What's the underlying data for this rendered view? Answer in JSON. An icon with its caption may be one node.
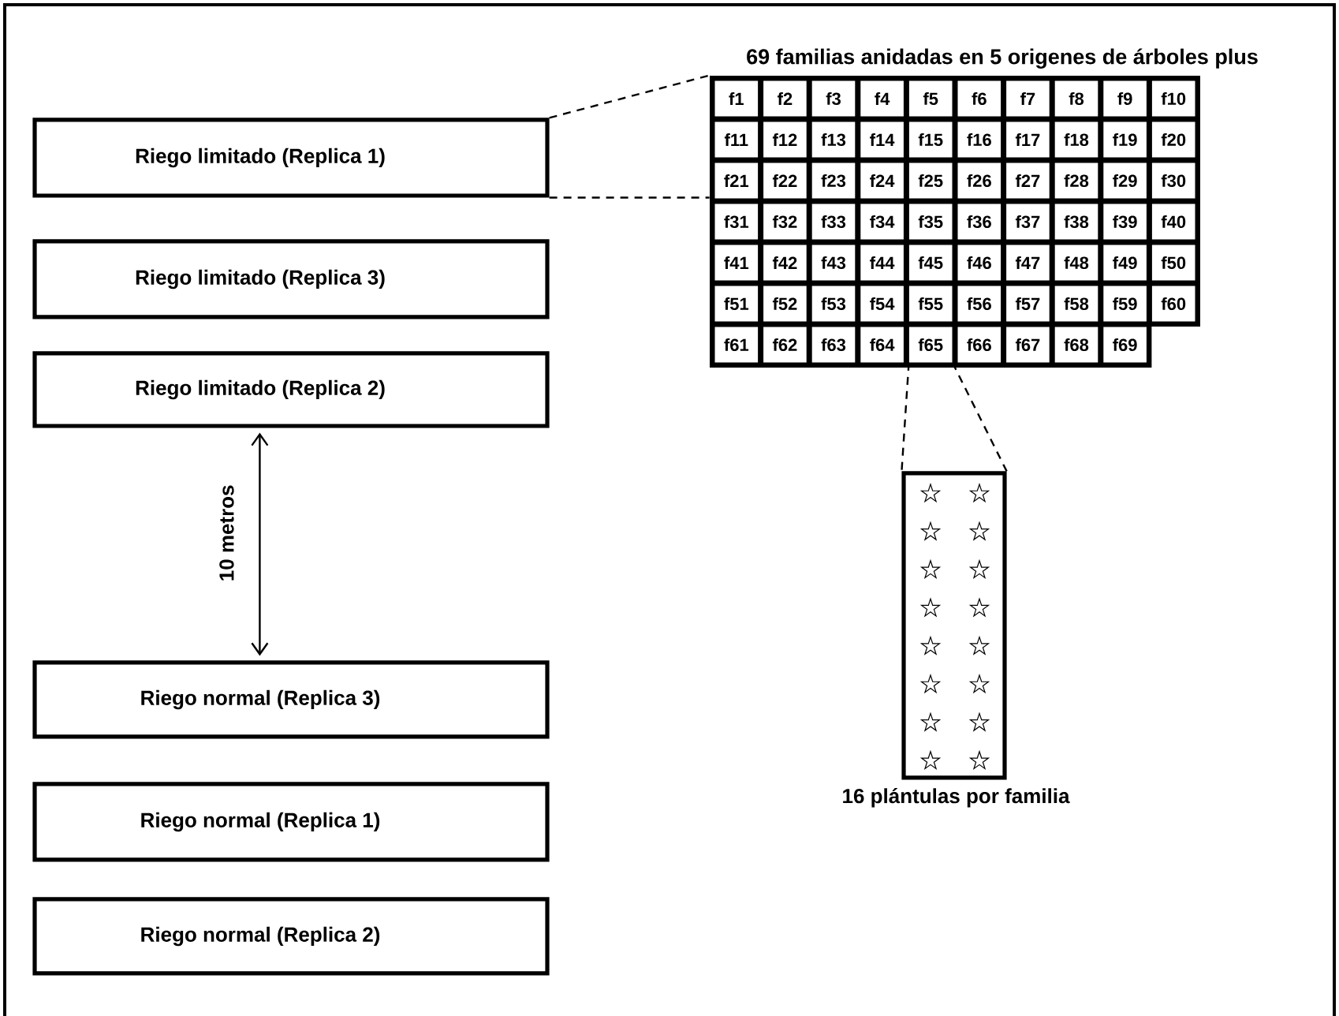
{
  "diagram": {
    "nodes": [
      {
        "text": [
          "Riego limitado (Replica 1)"
        ]
      },
      {
        "text": [
          "Riego limitado (Replica 3)"
        ]
      },
      {
        "text": [
          "Riego limitado (Replica 2)"
        ]
      },
      {
        "text": [
          "Riego normal (Replica 3)"
        ]
      },
      {
        "text": [
          "Riego normal (Replica 1)"
        ]
      },
      {
        "text": [
          "Riego normal (Replica 2)"
        ]
      },
      {
        "text": [
          "69 familias anidadas en 5 origenes de árboles plus"
        ]
      },
      {
        "text": [
          "f1"
        ],
        "in": 6
      },
      {
        "text": [
          "f2"
        ],
        "in": 6
      },
      {
        "text": [
          "f3"
        ],
        "in": 6
      },
      {
        "text": [
          "f4"
        ],
        "in": 6
      },
      {
        "text": [
          "f5"
        ],
        "in": 6
      },
      {
        "text": [
          "f6"
        ],
        "in": 6
      },
      {
        "text": [
          "f7"
        ],
        "in": 6
      },
      {
        "text": [
          "f8"
        ],
        "in": 6
      },
      {
        "text": [
          "f9"
        ],
        "in": 6
      },
      {
        "text": [
          "f10"
        ],
        "in": 6
      },
      {
        "text": [
          "f11"
        ],
        "in": 6
      },
      {
        "text": [
          "f12"
        ],
        "in": 6
      },
      {
        "text": [
          "f13"
        ],
        "in": 6
      },
      {
        "text": [
          "f14"
        ],
        "in": 6
      },
      {
        "text": [
          "f15"
        ],
        "in": 6
      },
      {
        "text": [
          "f16"
        ],
        "in": 6
      },
      {
        "text": [
          "f17"
        ],
        "in": 6
      },
      {
        "text": [
          "f18"
        ],
        "in": 6
      },
      {
        "text": [
          "f19"
        ],
        "in": 6
      },
      {
        "text": [
          "f20"
        ],
        "in": 6
      },
      {
        "text": [
          "f21"
        ],
        "in": 6
      },
      {
        "text": [
          "f22"
        ],
        "in": 6
      },
      {
        "text": [
          "f23"
        ],
        "in": 6
      },
      {
        "text": [
          "f24"
        ],
        "in": 6
      },
      {
        "text": [
          "f25"
        ],
        "in": 6
      },
      {
        "text": [
          "f26"
        ],
        "in": 6
      },
      {
        "text": [
          "f27"
        ],
        "in": 6
      },
      {
        "text": [
          "f28"
        ],
        "in": 6
      },
      {
        "text": [
          "f29"
        ],
        "in": 6
      },
      {
        "text": [
          "f30"
        ],
        "in": 6
      },
      {
        "text": [
          "f31"
        ],
        "in": 6
      },
      {
        "text": [
          "f32"
        ],
        "in": 6
      },
      {
        "text": [
          "f33"
        ],
        "in": 6
      },
      {
        "text": [
          "f34"
        ],
        "in": 6
      },
      {
        "text": [
          "f35"
        ],
        "in": 6
      },
      {
        "text": [
          "f36"
        ],
        "in": 6
      },
      {
        "text": [
          "f37"
        ],
        "in": 6
      },
      {
        "text": [
          "f38"
        ],
        "in": 6
      },
      {
        "text": [
          "f39"
        ],
        "in": 6
      },
      {
        "text": [
          "f40"
        ],
        "in": 6
      },
      {
        "text": [
          "f41"
        ],
        "in": 6
      },
      {
        "text": [
          "f42"
        ],
        "in": 6
      },
      {
        "text": [
          "f43"
        ],
        "in": 6
      },
      {
        "text": [
          "f44"
        ],
        "in": 6
      },
      {
        "text": [
          "f45"
        ],
        "in": 6
      },
      {
        "text": [
          "f46"
        ],
        "in": 6
      },
      {
        "text": [
          "f47"
        ],
        "in": 6
      },
      {
        "text": [
          "f48"
        ],
        "in": 6
      },
      {
        "text": [
          "f49"
        ],
        "in": 6
      },
      {
        "text": [
          "f50"
        ],
        "in": 6
      },
      {
        "text": [
          "f51"
        ],
        "in": 6
      },
      {
        "text": [
          "f52"
        ],
        "in": 6
      },
      {
        "text": [
          "f53"
        ],
        "in": 6
      },
      {
        "text": [
          "f54"
        ],
        "in": 6
      },
      {
        "text": [
          "f55"
        ],
        "in": 6
      },
      {
        "text": [
          "f56"
        ],
        "in": 6
      },
      {
        "text": [
          "f57"
        ],
        "in": 6
      },
      {
        "text": [
          "f58"
        ],
        "in": 6
      },
      {
        "text": [
          "f59"
        ],
        "in": 6
      },
      {
        "text": [
          "f60"
        ],
        "in": 6
      },
      {
        "text": [
          "f61"
        ],
        "in": 6
      },
      {
        "text": [
          "f62"
        ],
        "in": 6
      },
      {
        "text": [
          "f63"
        ],
        "in": 6
      },
      {
        "text": [
          "f64"
        ],
        "in": 6
      },
      {
        "text": [
          "f65"
        ],
        "in": 6
      },
      {
        "text": [
          "f66"
        ],
        "in": 6
      },
      {
        "text": [
          "f67"
        ],
        "in": 6
      },
      {
        "text": [
          "f68"
        ],
        "in": 6
      },
      {
        "text": [
          "f69"
        ],
        "in": 6
      },
      {
        "text": [
          "16 plántulas por familia"
        ]
      }
    ],
    "edges": [
      {
        "from": 0,
        "to": 6,
        "arrow": "none",
        "style": "dashed"
      },
      {
        "from": 0,
        "to": 6,
        "arrow": "none",
        "style": "dashed"
      },
      {
        "from": 71,
        "to": 76,
        "arrow": "none",
        "style": "dashed"
      },
      {
        "from": 71,
        "to": 76,
        "arrow": "none",
        "style": "dashed"
      },
      {
        "from": 2,
        "to": 3,
        "arrow": "both",
        "label": "10 metros"
      }
    ]
  }
}
